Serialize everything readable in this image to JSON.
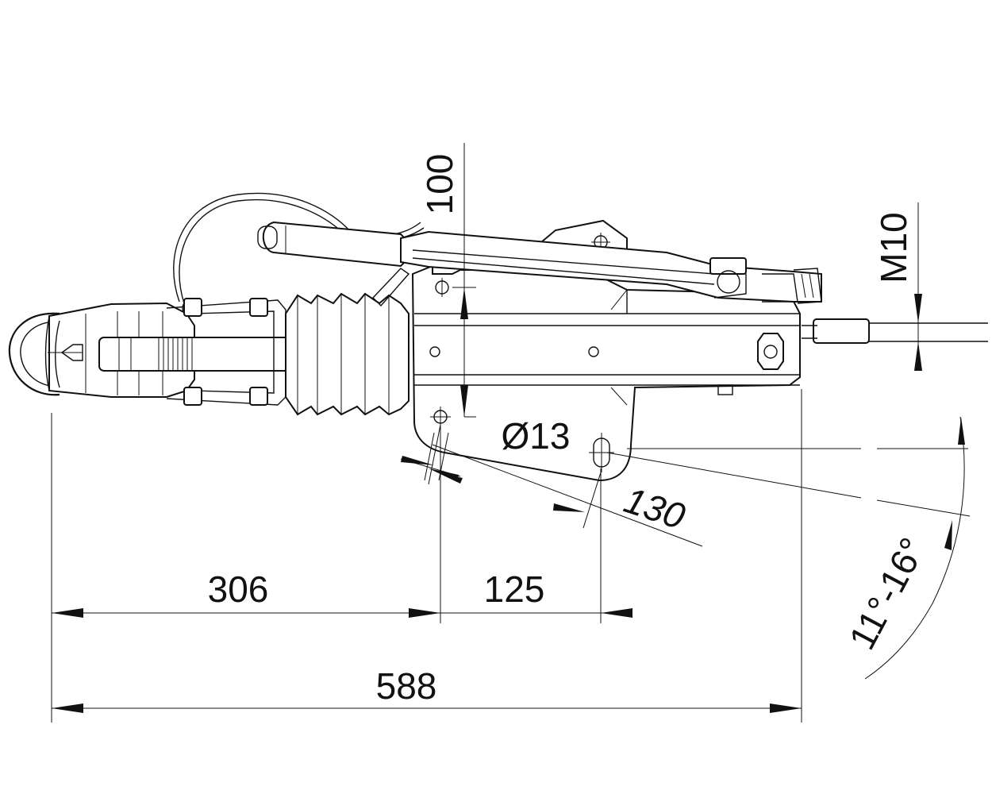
{
  "dimensions": {
    "overall_length": "588",
    "ball_to_hole": "306",
    "hole_spacing": "125",
    "height": "100",
    "thread": "M10",
    "hole_diameter": "Ø13",
    "diagonal": "130",
    "angle": "11°-16°"
  }
}
